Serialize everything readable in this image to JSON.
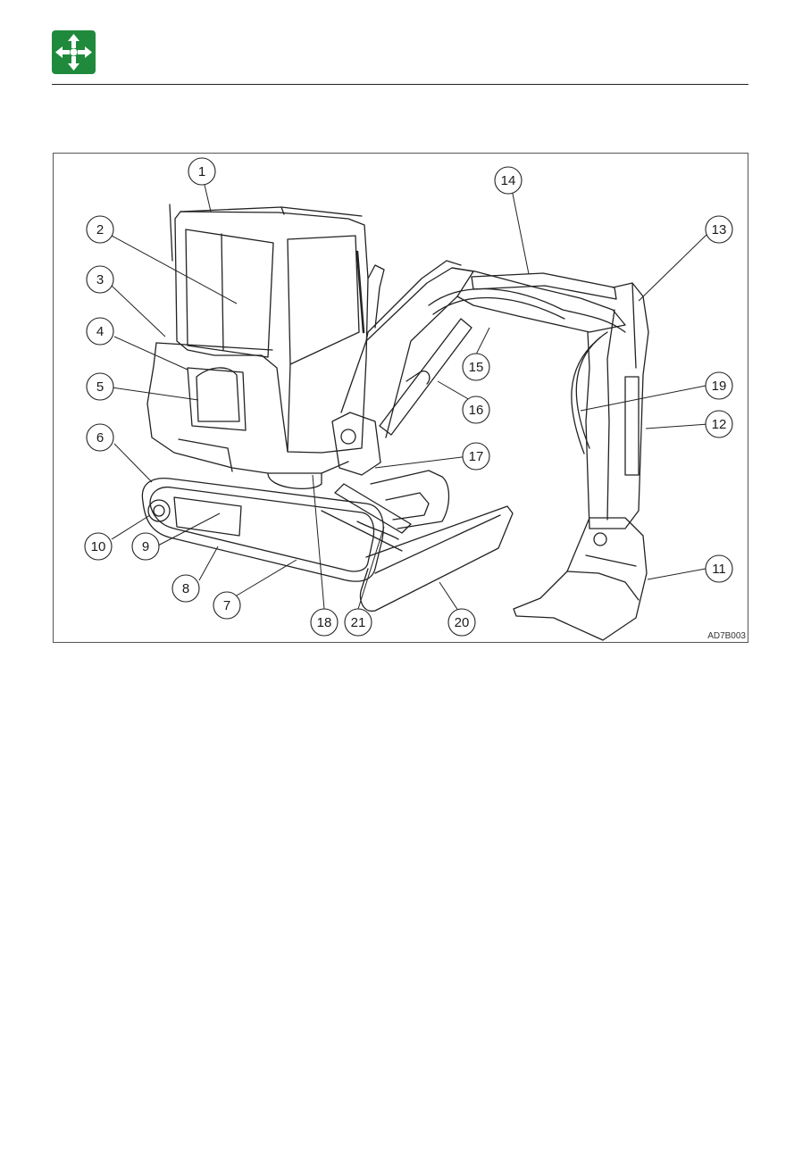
{
  "header": {
    "icon": "four-way-arrows-icon",
    "accent_color": "#1f8a3c"
  },
  "figure": {
    "code": "AD7B003",
    "callouts": [
      "1",
      "2",
      "3",
      "4",
      "5",
      "6",
      "7",
      "8",
      "9",
      "10",
      "11",
      "12",
      "13",
      "14",
      "15",
      "16",
      "17",
      "18",
      "19",
      "20",
      "21"
    ]
  }
}
